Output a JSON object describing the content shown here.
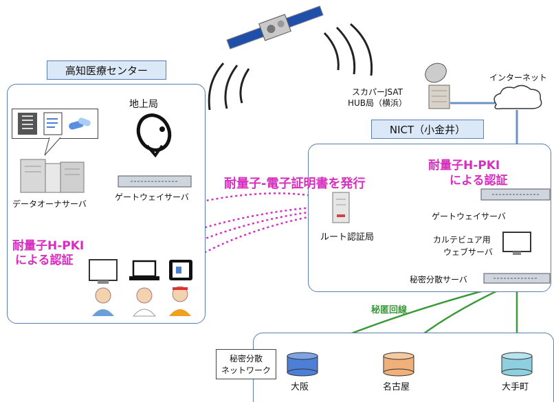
{
  "kochi_center": {
    "title": "高知医療センター"
  },
  "nict": {
    "title": "NICT（小金井）"
  },
  "labels": {
    "ground_station": "地上局",
    "data_owner_server": "データオーナサーバ",
    "gateway_server_left": "ゲートウェイサーバ",
    "gateway_server_right": "ゲートウェイサーバ",
    "sky_perfect_line1": "スカパーJSAT",
    "sky_perfect_line2": "HUB局（横浜）",
    "internet": "インターネット",
    "root_ca": "ルート認証局",
    "karte_line1": "カルテビュア用",
    "karte_line2": "ウェブサーバ",
    "secret_share_server": "秘密分散サーバ",
    "secret_line": "秘匿回線",
    "network_line1": "秘密分散",
    "network_line2": "ネットワーク",
    "osaka": "大阪",
    "nagoya": "名古屋",
    "otemachi": "大手町"
  },
  "magenta": {
    "cert_issue": "耐量子-電子証明書を発行",
    "left_auth_line1": "耐量子H-PKI",
    "left_auth_line2": "による認証",
    "right_auth_line1": "耐量子H-PKI",
    "right_auth_line2": "による認証"
  },
  "colors": {
    "box_border": "#5a7db0",
    "tag_fill": "#dbe8f7",
    "magenta": "#d62fbf",
    "green": "#3a9a3a",
    "blue_link": "#2a6db0"
  }
}
